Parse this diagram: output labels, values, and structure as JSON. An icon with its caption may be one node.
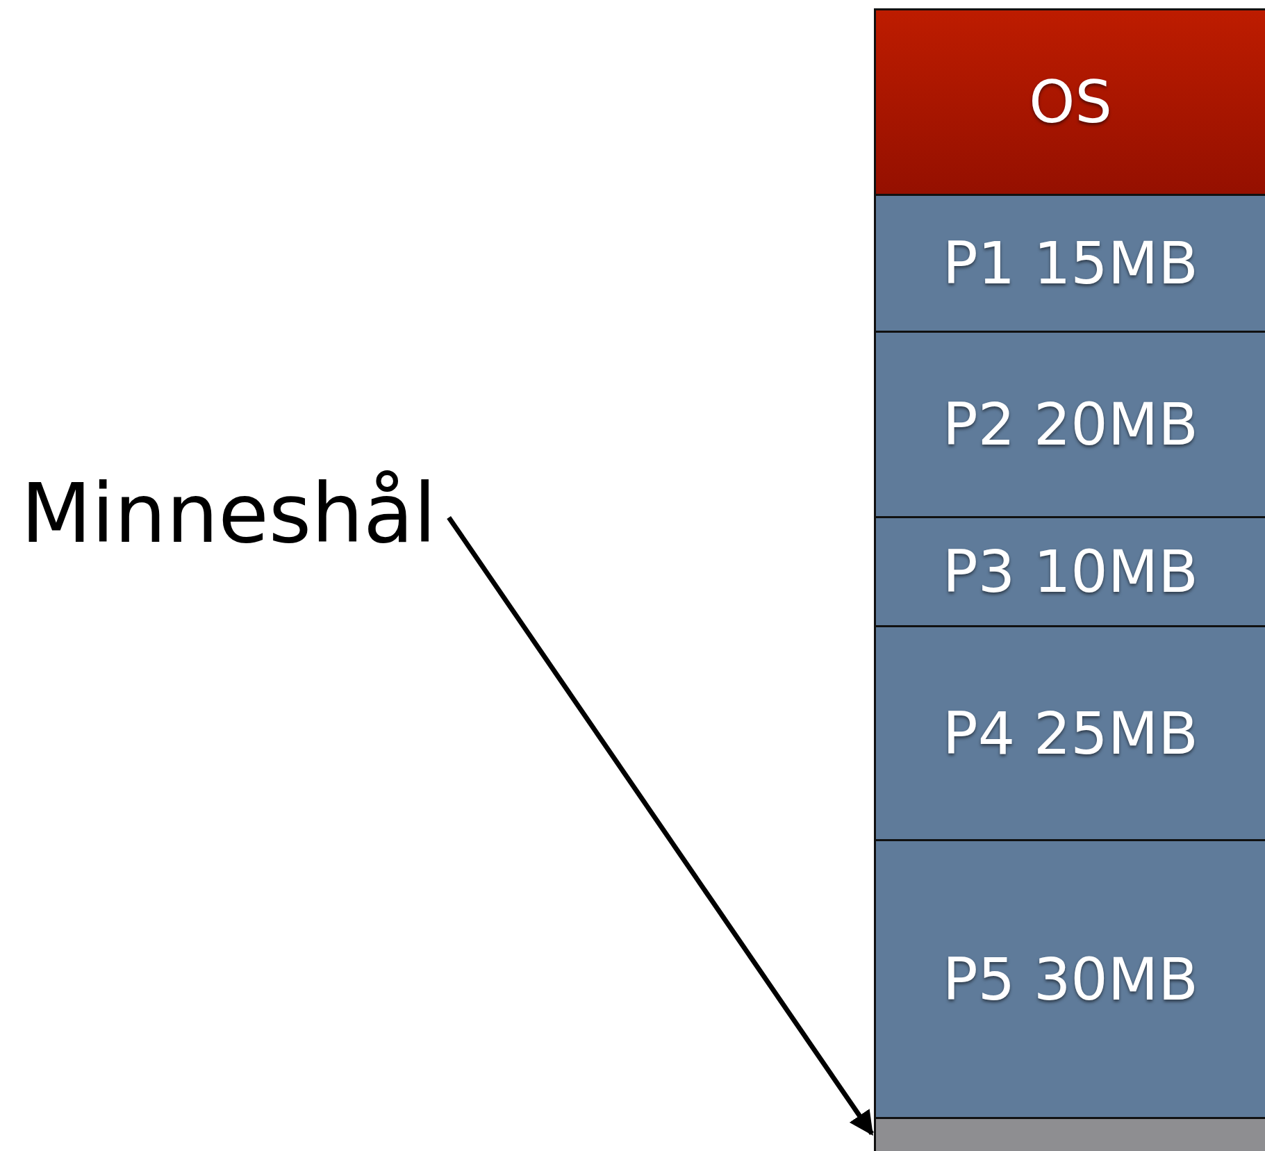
{
  "diagram": {
    "nodes": [
      {
        "text": [
          "OS"
        ]
      },
      {
        "text": [
          "P1 15MB"
        ]
      },
      {
        "text": [
          "P2 20MB"
        ]
      },
      {
        "text": [
          "P3 10MB"
        ]
      },
      {
        "text": [
          "P4 25MB"
        ]
      },
      {
        "text": [
          "P5 30MB"
        ]
      },
      {
        "text": [],
        "shape": "bar"
      },
      {
        "text": [
          "Minneshål"
        ]
      }
    ],
    "edges": [
      {
        "from": 7,
        "to": 6,
        "arrow": "to"
      }
    ]
  }
}
